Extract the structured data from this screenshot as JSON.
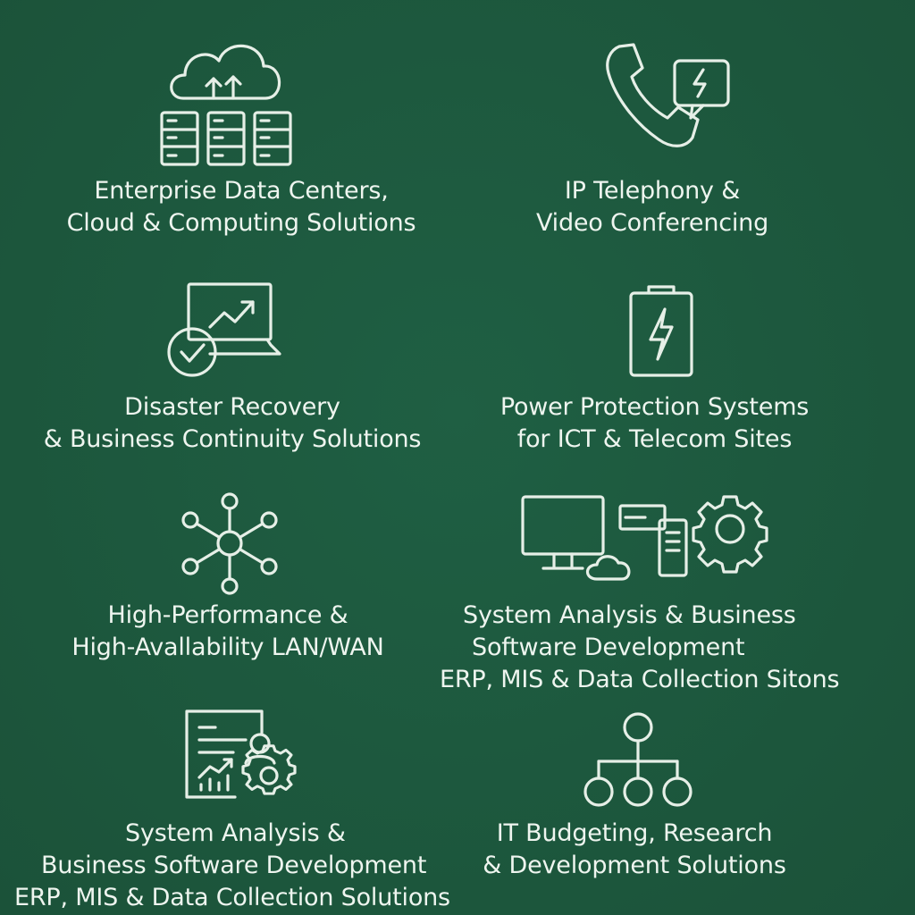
{
  "theme": {
    "background": "#1d5a3f",
    "foreground": "#eef5ef"
  },
  "services": [
    {
      "icon": "cloud-datacenter-icon",
      "lines": [
        "Enterprise Data Centers,",
        "Cloud & Computing Solutions"
      ]
    },
    {
      "icon": "phone-chat-icon",
      "lines": [
        "IP Telephony &",
        "Video Conferencing"
      ]
    },
    {
      "icon": "laptop-chart-check-icon",
      "lines": [
        "Disaster Recovery",
        "& Business Continuity Solutions"
      ]
    },
    {
      "icon": "battery-bolt-icon",
      "lines": [
        "Power Protection Systems",
        "for ICT & Telecom Sites"
      ]
    },
    {
      "icon": "network-hub-icon",
      "lines": [
        "High-Performance &",
        "High-Avallability LAN/WAN"
      ]
    },
    {
      "icon": "computer-cloud-gear-icon",
      "lines": [
        "System Analysis & Business",
        "Software Development",
        "ERP, MIS & Data Collection Sitons"
      ]
    },
    {
      "icon": "report-user-gear-icon",
      "lines": [
        "System Analysis &",
        "Business Software Development",
        "ERP, MIS & Data Collection Solutions"
      ]
    },
    {
      "icon": "hierarchy-icon",
      "lines": [
        "IT Budgeting, Research",
        "& Development Solutions"
      ]
    }
  ]
}
